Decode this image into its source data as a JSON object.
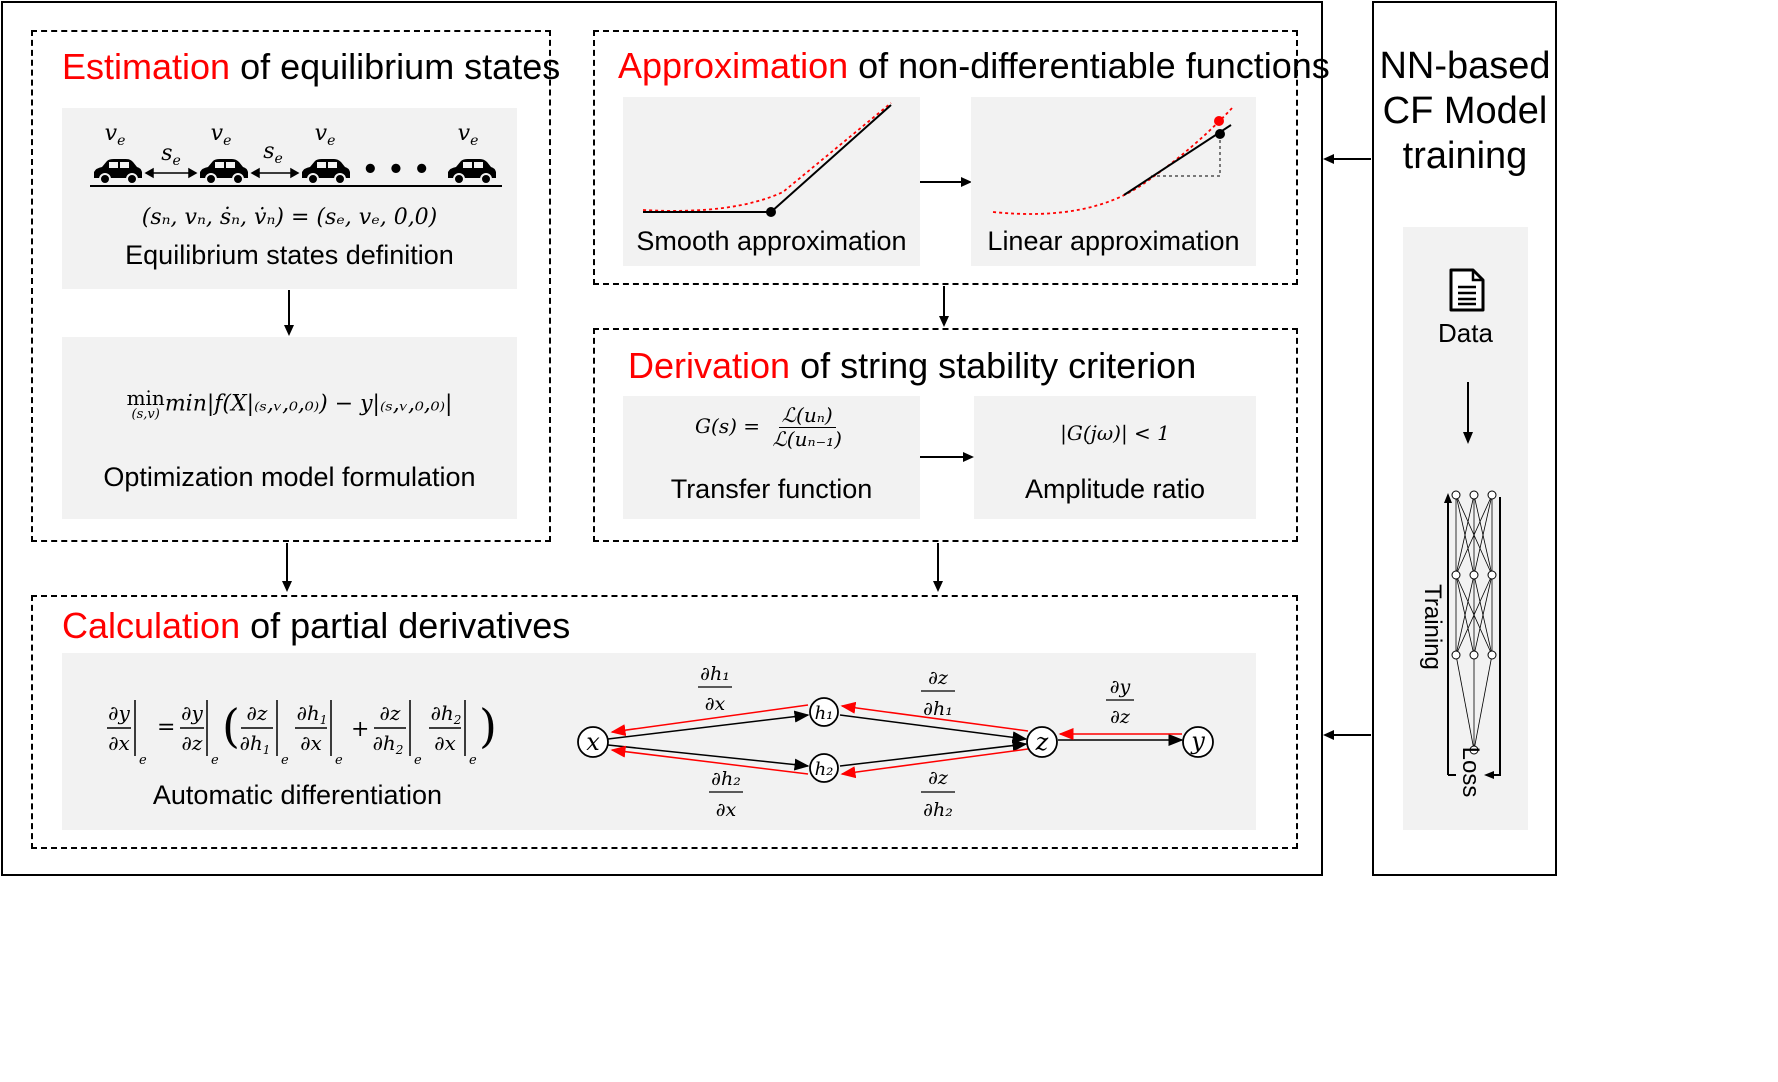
{
  "estimation": {
    "title_red": "Estimation",
    "title_rest": " of equilibrium states",
    "vehicle_speed_label": "v",
    "speed_sub": "e",
    "spacing_label": "s",
    "spacing_sub": "e",
    "ellipsis": "• • •",
    "equilibrium_eq": "(sₙ, vₙ, ṡₙ, v̇ₙ) = (sₑ, vₑ, 0,0)",
    "equilibrium_caption": "Equilibrium states definition",
    "optimization_eq": "min|f(X|₍ₛ,ᵥ,₀,₀₎) − y|₍ₛ,ᵥ,₀,₀₎|",
    "optimization_sub": "(s,v)",
    "optimization_caption": "Optimization model formulation"
  },
  "approximation": {
    "title_red": "Approximation",
    "title_rest": " of non-differentiable functions",
    "smooth_caption": "Smooth approximation",
    "linear_caption": "Linear approximation"
  },
  "derivation": {
    "title_red": "Derivation",
    "title_rest": " of string stability criterion",
    "transfer_lhs": "G(s) =",
    "transfer_num": "ℒ(uₙ)",
    "transfer_den": "ℒ(uₙ₋₁)",
    "transfer_caption": "Transfer function",
    "amplitude_eq": "|G(jω)| < 1",
    "amplitude_caption": "Amplitude ratio"
  },
  "calculation": {
    "title_red": "Calculation",
    "title_rest": " of partial derivatives",
    "autodiff_caption": "Automatic differentiation",
    "nodes": [
      "x",
      "h₁",
      "h₂",
      "z",
      "y"
    ],
    "edge_labels": {
      "dh1_dx_num": "∂h₁",
      "dh1_dx_den": "∂x",
      "dh2_dx_num": "∂h₂",
      "dh2_dx_den": "∂x",
      "dz_dh1_num": "∂z",
      "dz_dh1_den": "∂h₁",
      "dz_dh2_num": "∂z",
      "dz_dh2_den": "∂h₂",
      "dy_dz_num": "∂y",
      "dy_dz_den": "∂z"
    }
  },
  "side_panel": {
    "title": "NN-based CF Model training",
    "title_lines": [
      "NN-based",
      "CF Model",
      "training"
    ],
    "data_label": "Data",
    "training_label": "Training",
    "loss_label": "Loss"
  },
  "colors": {
    "accent": "#ff0000",
    "panel_gray": "#f2f2f2",
    "line": "#000000"
  },
  "icons": [
    "car-icon",
    "document-icon",
    "neural-network-icon"
  ]
}
